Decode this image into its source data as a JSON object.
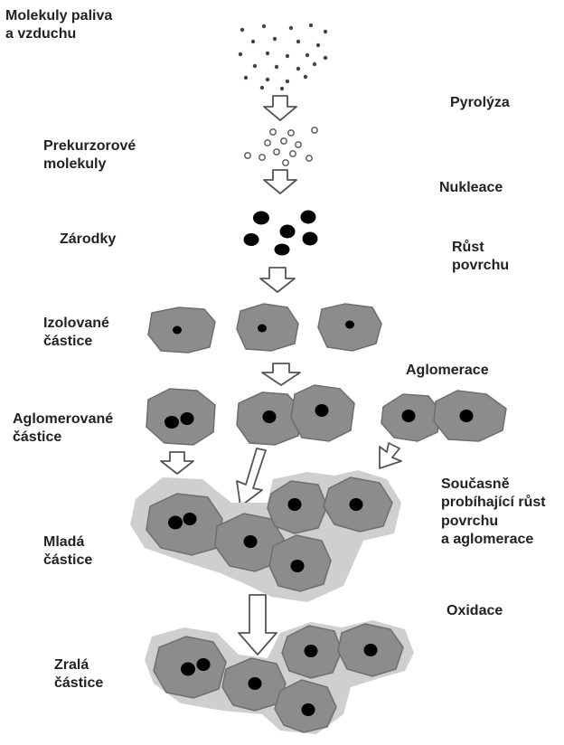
{
  "labels": {
    "fuel_molecules_l1": "Molekuly paliva",
    "fuel_molecules_l2": "a vzduchu",
    "precursor_l1": "Prekurzorové",
    "precursor_l2": "molekuly",
    "nuclei": "Zárodky",
    "isolated_l1": "Izolované",
    "isolated_l2": "částice",
    "agglomerated_l1": "Aglomerované",
    "agglomerated_l2": "částice",
    "young_l1": "Mladá",
    "young_l2": "částice",
    "mature_l1": "Zralá",
    "mature_l2": "částice"
  },
  "processes": {
    "pyrolysis": "Pyrolýza",
    "nucleation": "Nukleace",
    "surface_growth_l1": "Růst",
    "surface_growth_l2": "povrchu",
    "agglomeration": "Aglomerace",
    "simultaneous_l1": "Současně",
    "simultaneous_l2": "probíhající růst",
    "simultaneous_l3": "povrchu",
    "simultaneous_l4": "a aglomerace",
    "oxidation": "Oxidace"
  },
  "colors": {
    "particle_fill": "#8c8c8c",
    "particle_stroke": "#6e6e6e",
    "shell_fill": "#cfcfcf",
    "core": "#000000",
    "arrow_stroke": "#555555",
    "text": "#222222"
  }
}
